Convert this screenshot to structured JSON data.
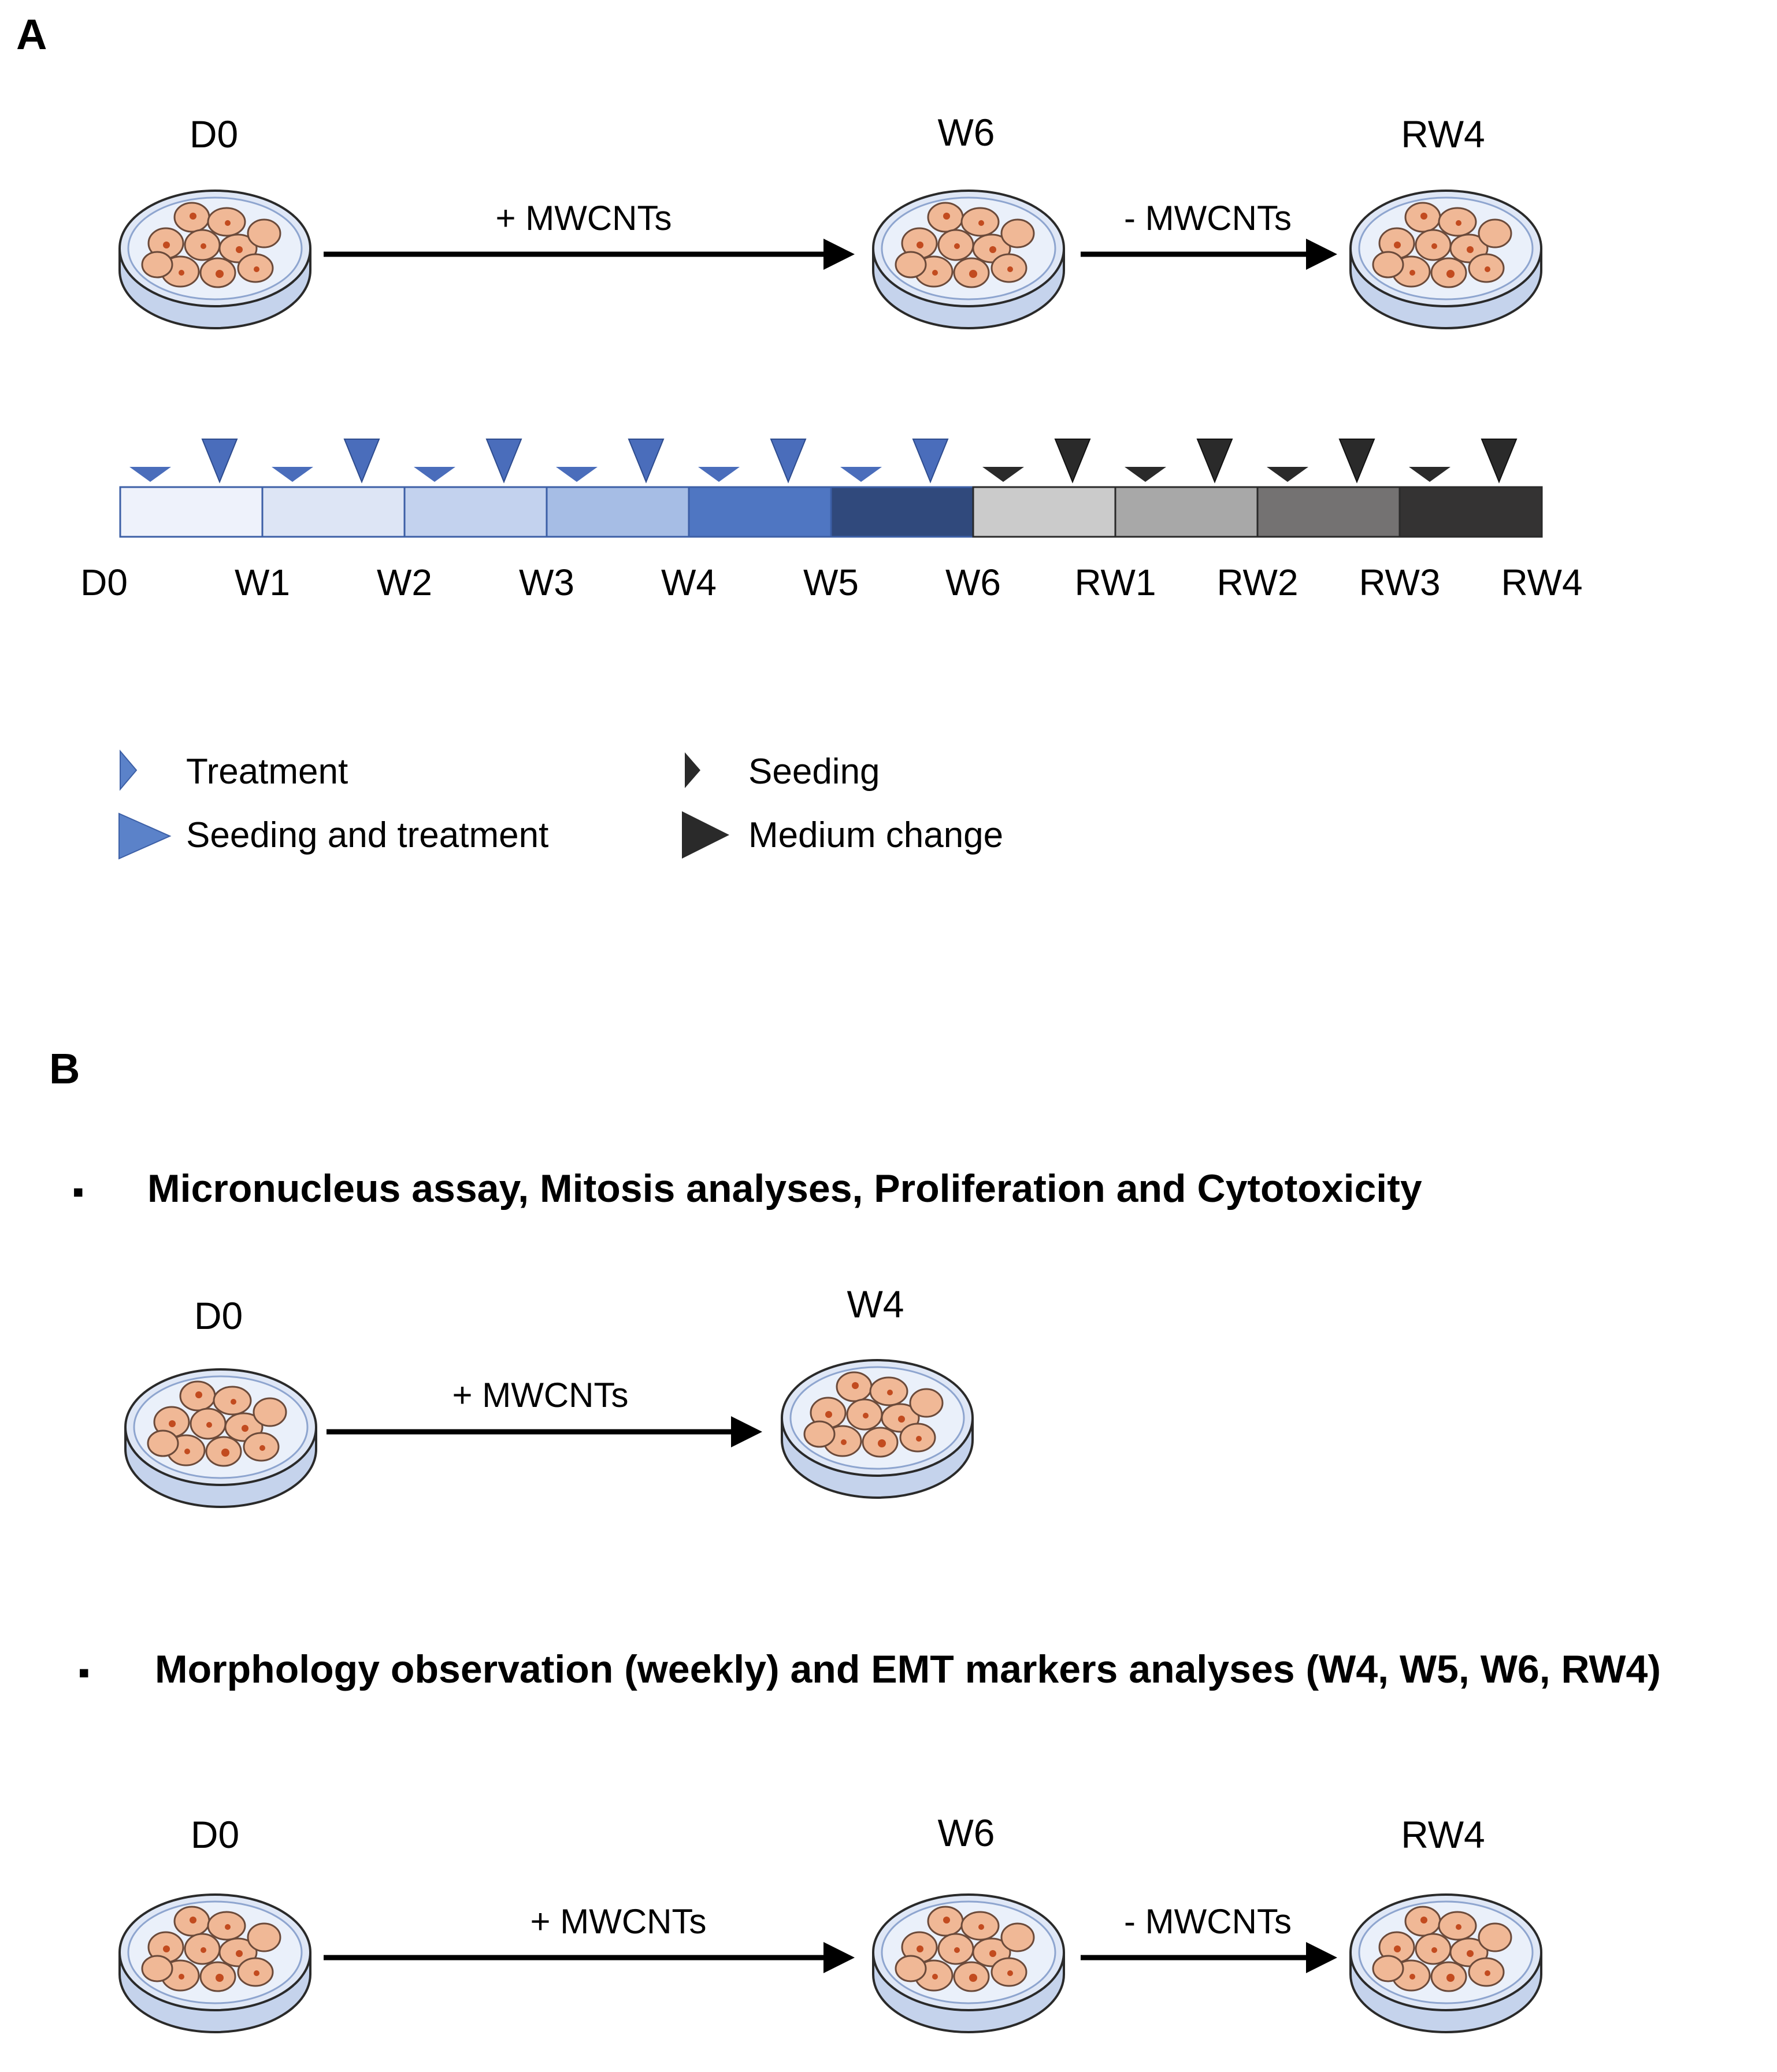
{
  "panelA": {
    "letter": "A",
    "top_flow": {
      "dish_labels": [
        "D0",
        "W6",
        "RW4"
      ],
      "arrow_labels": [
        "+ MWCNTs",
        "- MWCNTs"
      ]
    },
    "timeline": {
      "segments": [
        {
          "color": "#eef2fb"
        },
        {
          "color": "#dde5f5"
        },
        {
          "color": "#c3d2ee"
        },
        {
          "color": "#a6bde5"
        },
        {
          "color": "#4f76c2"
        },
        {
          "color": "#30497c"
        },
        {
          "color": "#cbcbcb"
        },
        {
          "color": "#a8a8a8"
        },
        {
          "color": "#747272"
        },
        {
          "color": "#343333"
        }
      ],
      "tick_labels": [
        "D0",
        "W1",
        "W2",
        "W3",
        "W4",
        "W5",
        "W6",
        "RW1",
        "RW2",
        "RW3",
        "RW4"
      ],
      "treatment_color": "#4a6dbb",
      "medium_color": "#2a2a2a"
    },
    "legend": {
      "items": [
        {
          "label": "Treatment",
          "color": "#5b82c9",
          "size": "small"
        },
        {
          "label": "Seeding and treatment",
          "color": "#5b82c9",
          "size": "large"
        },
        {
          "label": "Seeding",
          "color": "#2a2a2a",
          "size": "small"
        },
        {
          "label": "Medium change",
          "color": "#2a2a2a",
          "size": "large"
        }
      ]
    }
  },
  "panelB": {
    "letter": "B",
    "bullet": "▪",
    "section1": {
      "title": "Micronucleus assay, Mitosis analyses, Proliferation and Cytotoxicity",
      "dish_labels": [
        "D0",
        "W4"
      ],
      "arrow_labels": [
        "+ MWCNTs"
      ]
    },
    "section2": {
      "title": "Morphology observation (weekly) and EMT markers analyses (W4, W5, W6, RW4)",
      "dish_labels": [
        "D0",
        "W6",
        "RW4"
      ],
      "arrow_labels": [
        "+ MWCNTs",
        "- MWCNTs"
      ]
    }
  }
}
